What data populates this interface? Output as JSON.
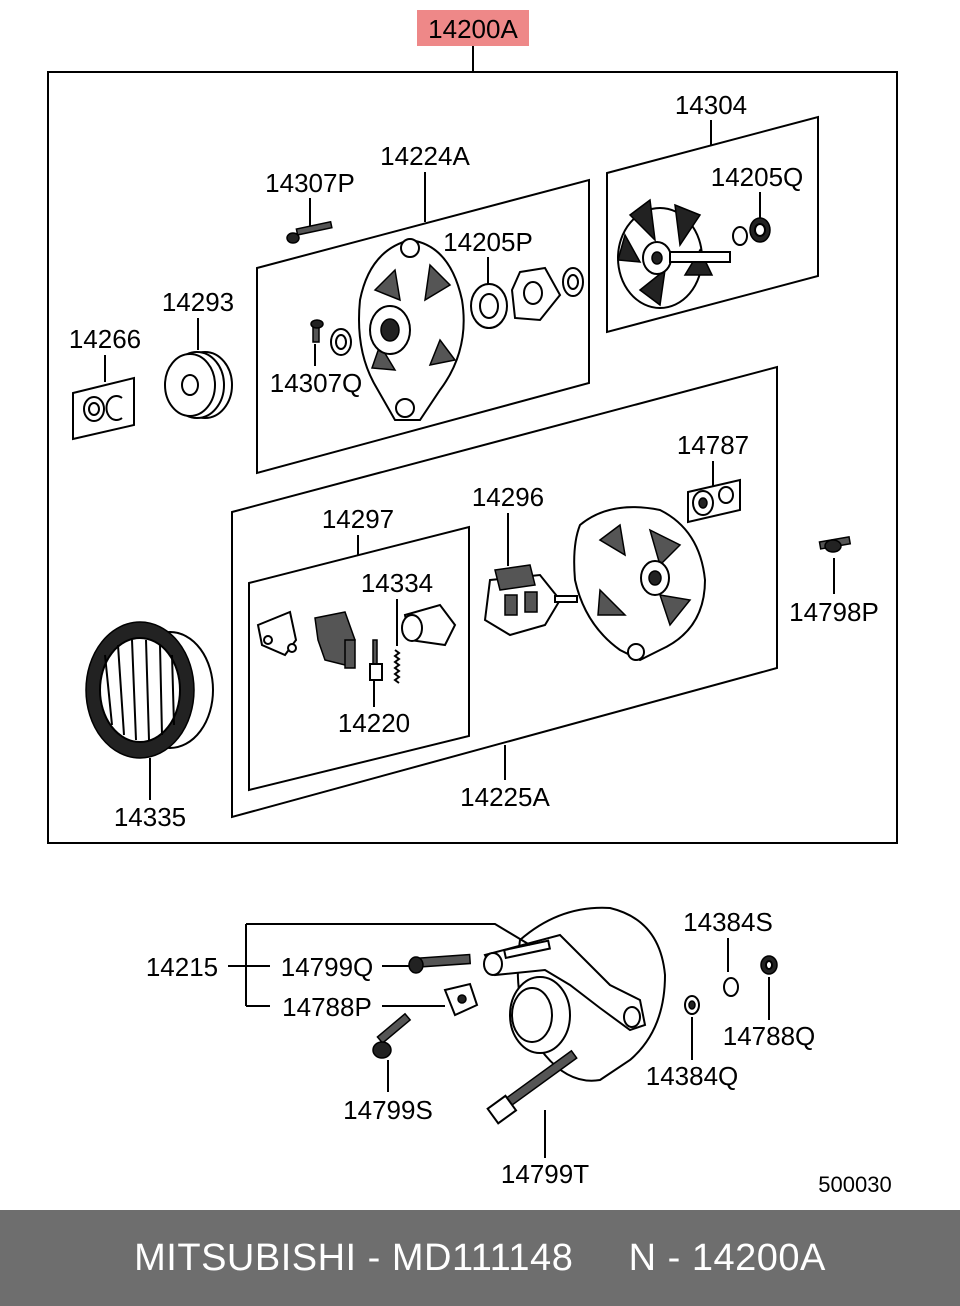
{
  "header": {
    "assembly_code": "14200A",
    "highlight_color": "#ee8888"
  },
  "labels": {
    "p14304": "14304",
    "p14224A": "14224A",
    "p14307P": "14307P",
    "p14205Q": "14205Q",
    "p14205P": "14205P",
    "p14293": "14293",
    "p14266": "14266",
    "p14307Q": "14307Q",
    "p14787": "14787",
    "p14296": "14296",
    "p14297": "14297",
    "p14334": "14334",
    "p14798P": "14798P",
    "p14220": "14220",
    "p14335": "14335",
    "p14225A": "14225A",
    "p14384S": "14384S",
    "p14215": "14215",
    "p14799Q": "14799Q",
    "p14788P": "14788P",
    "p14788Q": "14788Q",
    "p14384Q": "14384Q",
    "p14799S": "14799S",
    "p14799T": "14799T",
    "diagram_number": "500030"
  },
  "footer": {
    "text": "MITSUBISHI - MD111148     N - 14200A",
    "background": "#6e6e6e"
  }
}
